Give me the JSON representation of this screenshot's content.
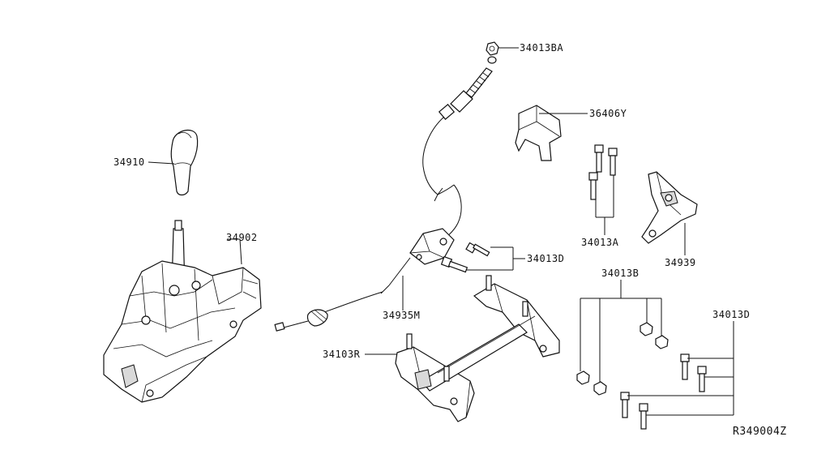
{
  "labels": {
    "p34013BA": "34013BA",
    "p36406Y": "36406Y",
    "p34910": "34910",
    "p34902": "34902",
    "p34013A": "34013A",
    "p34013D_top": "34013D",
    "p34939": "34939",
    "p34013B": "34013B",
    "p34935M": "34935M",
    "p34013D_right": "34013D",
    "p34103R": "34103R",
    "ref": "R349004Z"
  }
}
